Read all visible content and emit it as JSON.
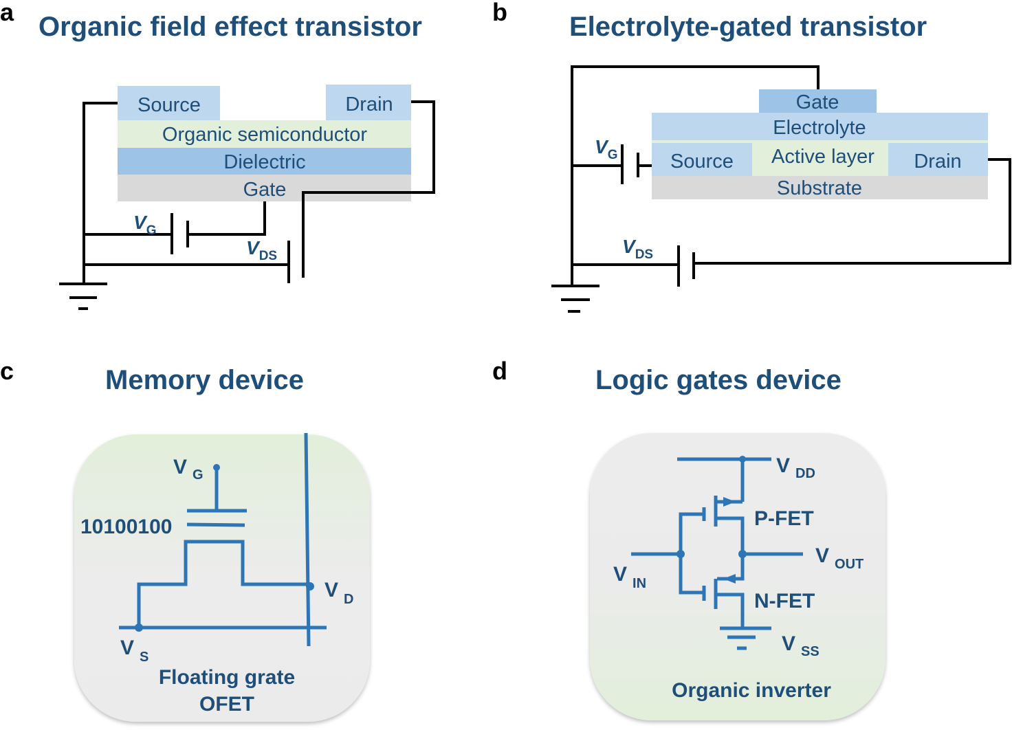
{
  "panels": {
    "a": {
      "letter": "a",
      "title": "Organic field effect transistor",
      "layers": {
        "source": "Source",
        "drain": "Drain",
        "semiconductor": "Organic semiconductor",
        "dielectric": "Dielectric",
        "gate": "Gate"
      },
      "labels": {
        "vg_main": "V",
        "vg_sub": "G",
        "vds_main": "V",
        "vds_sub": "DS"
      }
    },
    "b": {
      "letter": "b",
      "title": "Electrolyte-gated transistor",
      "layers": {
        "gate": "Gate",
        "electrolyte": "Electrolyte",
        "source": "Source",
        "active": "Active layer",
        "drain": "Drain",
        "substrate": "Substrate"
      },
      "labels": {
        "vg_main": "V",
        "vg_sub": "G",
        "vds_main": "V",
        "vds_sub": "DS"
      }
    },
    "c": {
      "letter": "c",
      "title": "Memory device",
      "bits": "10100100",
      "labels": {
        "vg_main": "V",
        "vg_sub": "G",
        "vd_main": "V",
        "vd_sub": "D",
        "vs_main": "V",
        "vs_sub": "S"
      },
      "caption_line1": "Floating grate",
      "caption_line2": "OFET"
    },
    "d": {
      "letter": "d",
      "title": "Logic gates device",
      "labels": {
        "vdd_main": "V",
        "vdd_sub": "DD",
        "vout_main": "V",
        "vout_sub": "OUT",
        "vin_main": "V",
        "vin_sub": "IN",
        "vss_main": "V",
        "vss_sub": "SS",
        "pfet": "P-FET",
        "nfet": "N-FET"
      },
      "caption": "Organic inverter"
    }
  },
  "colors": {
    "title": "#1f4e79",
    "contact": "#bdd7ee",
    "semiconductor": "#e2efda",
    "dielectric": "#9dc3e6",
    "gate_a": "#d9d9d9",
    "gate_b": "#9dc3e6",
    "substrate": "#d9d9d9",
    "circuit_blue": "#2e75b6"
  }
}
